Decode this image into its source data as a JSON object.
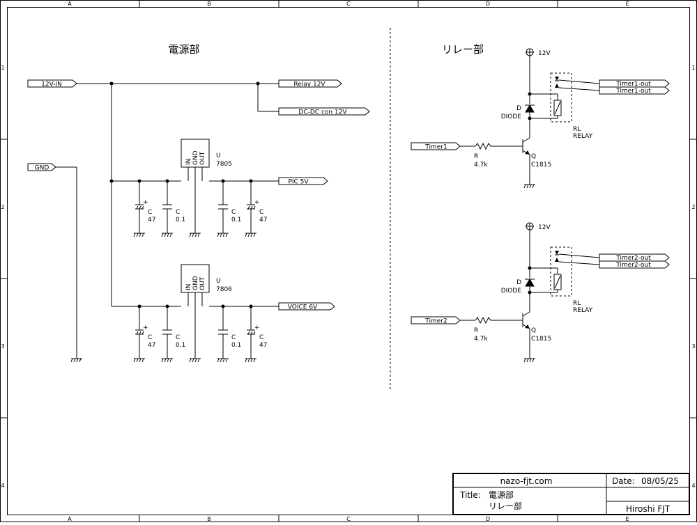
{
  "grid": {
    "cols": [
      "A",
      "B",
      "C",
      "D",
      "E"
    ],
    "rows": [
      "1",
      "2",
      "3",
      "4"
    ]
  },
  "sections": {
    "power": "電源部",
    "relay": "リレー部"
  },
  "ports": {
    "in12": "12V-IN",
    "gnd": "GND",
    "relay12": "Relay 12V",
    "dcdc": "DC-DC con 12V",
    "pic5": "PIC 5V",
    "voice6": "VOICE 6V",
    "timer1": "Timer1",
    "timer2": "Timer2",
    "t1out": "Timer1-out",
    "t2out": "Timer2-out"
  },
  "reg1": {
    "ref": "U",
    "val": "7805",
    "pins": [
      "IN",
      "GND",
      "OUT"
    ]
  },
  "reg2": {
    "ref": "U",
    "val": "7806",
    "pins": [
      "IN",
      "GND",
      "OUT"
    ]
  },
  "cap": {
    "ref": "C",
    "big": "47",
    "small": "0.1"
  },
  "relay_block": {
    "supply": "12V",
    "diode_ref": "D",
    "diode_val": "DIODE",
    "relay_ref": "RL",
    "relay_val": "RELAY",
    "res_ref": "R",
    "res_val": "4.7k",
    "trans_ref": "Q",
    "trans_val": "C1815"
  },
  "title_block": {
    "site": "nazo-fjt.com",
    "date_label": "Date:",
    "date": "08/05/25",
    "title_label": "Title:",
    "title_line1": "電源部",
    "title_line2": "リレー部",
    "author": "Hiroshi FJT"
  }
}
